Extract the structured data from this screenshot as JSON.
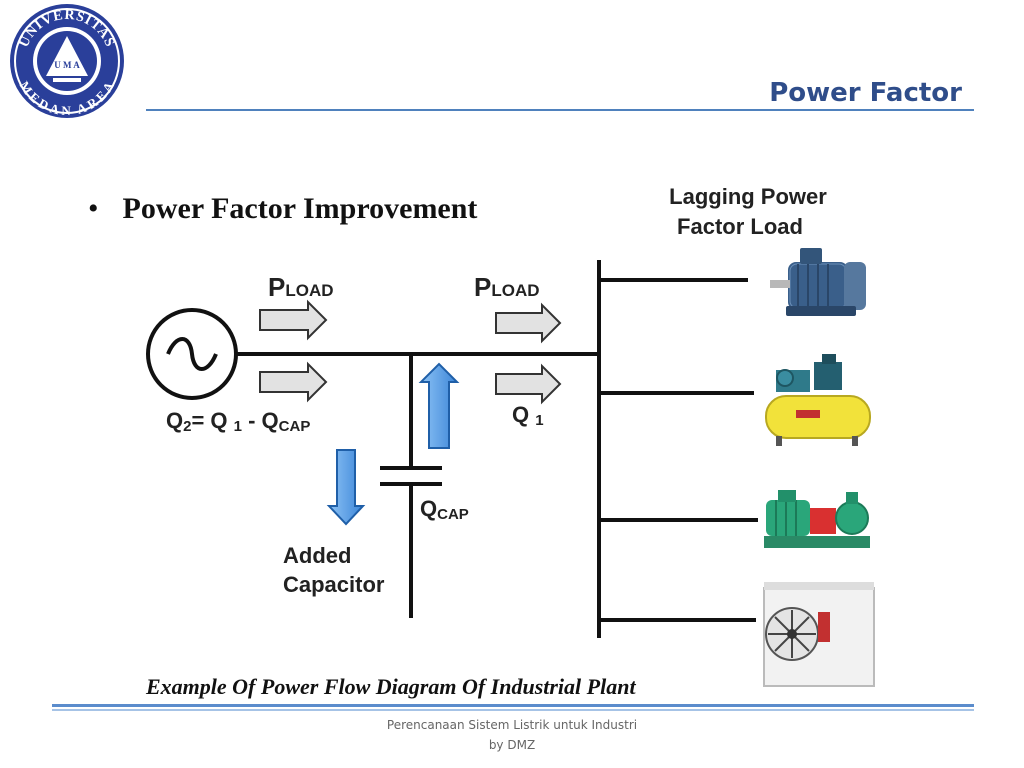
{
  "header": {
    "title": "Power Factor",
    "logo": {
      "top_text": "UNIVERSITAS",
      "bottom_text": "MEDAN AREA",
      "center_text": "U M A"
    }
  },
  "slide": {
    "bullet": "Power Factor Improvement",
    "caption": "Example Of Power Flow Diagram Of Industrial Plant"
  },
  "diagram": {
    "load_title_line1": "Lagging Power",
    "load_title_line2": "Factor Load",
    "p_load_left": {
      "main": "P",
      "sub": "LOAD"
    },
    "p_load_right": {
      "main": "P",
      "sub": "LOAD"
    },
    "q2_formula": {
      "q2": "Q",
      "q2_sub": "2",
      "eq": "= Q ",
      "q1_sub": "1",
      "minus": " - Q",
      "cap_sub": "CAP"
    },
    "q1": {
      "main": "Q ",
      "sub": "1"
    },
    "qcap": {
      "main": "Q",
      "sub": "CAP"
    },
    "added_capacitor_line1": "Added",
    "added_capacitor_line2": "Capacitor",
    "loads": [
      "electric-motor",
      "air-compressor",
      "pump",
      "air-conditioner-unit"
    ],
    "colors": {
      "arrow_blue": "#5aa0e8",
      "arrow_gray": "#e2e2e2",
      "motor_blue": "#3a5f8a",
      "compressor_yellow": "#f2e23a",
      "pump_green": "#2aa67a",
      "pump_red": "#d93030"
    }
  },
  "footer": {
    "line1": "Perencanaan Sistem Listrik untuk Industri",
    "line2": "by DMZ"
  }
}
